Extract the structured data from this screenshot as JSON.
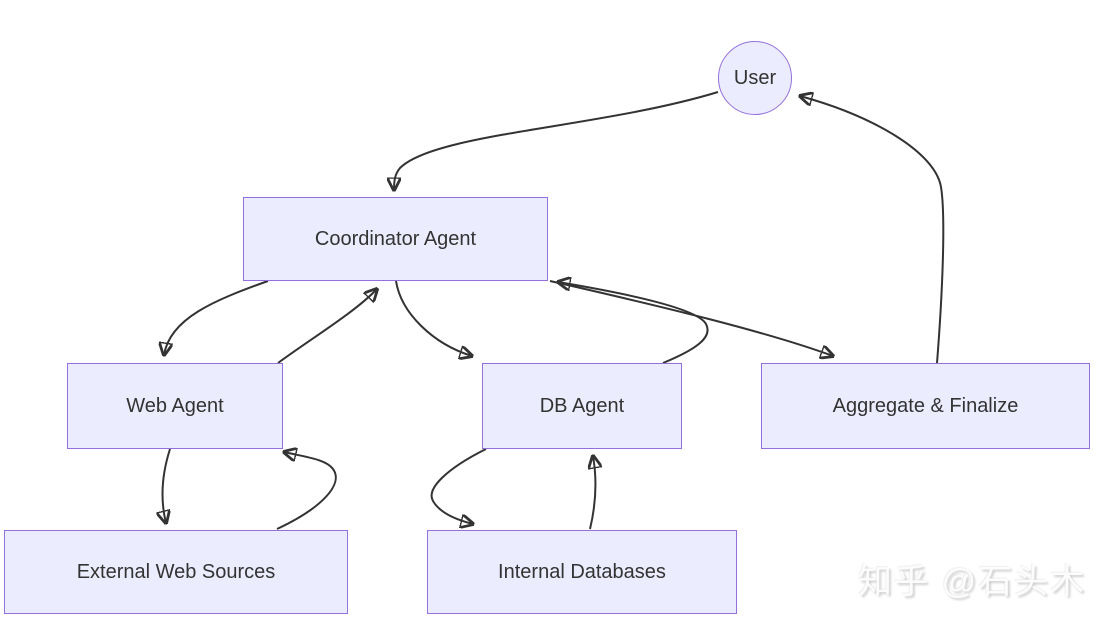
{
  "diagram": {
    "type": "flowchart",
    "nodes": {
      "user": {
        "label": "User",
        "shape": "circle"
      },
      "coordinator": {
        "label": "Coordinator Agent",
        "shape": "rect"
      },
      "web_agent": {
        "label": "Web Agent",
        "shape": "rect"
      },
      "db_agent": {
        "label": "DB Agent",
        "shape": "rect"
      },
      "aggregate": {
        "label": "Aggregate & Finalize",
        "shape": "rect"
      },
      "external": {
        "label": "External Web Sources",
        "shape": "rect"
      },
      "internal": {
        "label": "Internal Databases",
        "shape": "rect"
      }
    },
    "edges": [
      {
        "from": "user",
        "to": "coordinator"
      },
      {
        "from": "coordinator",
        "to": "web_agent"
      },
      {
        "from": "web_agent",
        "to": "coordinator"
      },
      {
        "from": "coordinator",
        "to": "db_agent"
      },
      {
        "from": "db_agent",
        "to": "coordinator"
      },
      {
        "from": "coordinator",
        "to": "aggregate"
      },
      {
        "from": "aggregate",
        "to": "user"
      },
      {
        "from": "web_agent",
        "to": "external"
      },
      {
        "from": "external",
        "to": "web_agent"
      },
      {
        "from": "db_agent",
        "to": "internal"
      },
      {
        "from": "internal",
        "to": "db_agent"
      }
    ],
    "colors": {
      "node_fill": "#ECECFF",
      "node_border": "#9370DB",
      "edge": "#333333",
      "text": "#333333"
    }
  },
  "watermark": {
    "text": "知乎 @石头木"
  }
}
